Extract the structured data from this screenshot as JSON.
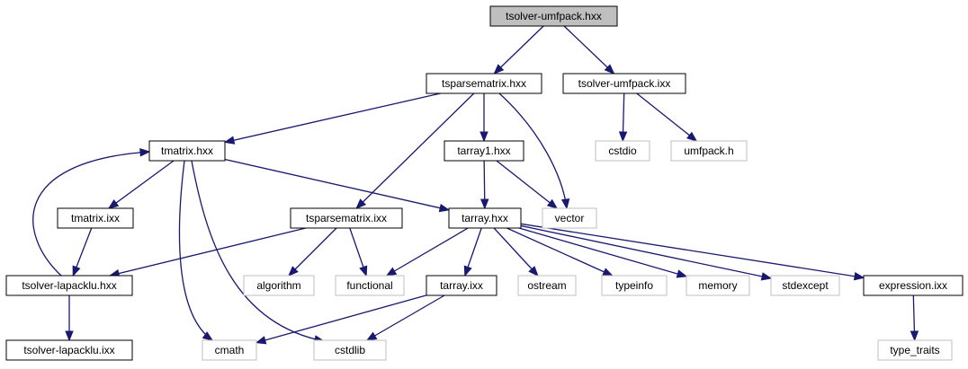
{
  "colors": {
    "edge": "#191970",
    "node_border": "#000000",
    "external_border": "#bfbfbf",
    "root_fill": "#bfbfbf",
    "node_fill": "#ffffff"
  },
  "nodes": [
    {
      "id": "root",
      "label": "tsolver-umfpack.hxx",
      "kind": "root"
    },
    {
      "id": "tsparsematrix_hxx",
      "label": "tsparsematrix.hxx",
      "kind": "file"
    },
    {
      "id": "tsolver_umfpack_ixx",
      "label": "tsolver-umfpack.ixx",
      "kind": "file"
    },
    {
      "id": "tmatrix_hxx",
      "label": "tmatrix.hxx",
      "kind": "file"
    },
    {
      "id": "tarray1_hxx",
      "label": "tarray1.hxx",
      "kind": "file"
    },
    {
      "id": "cstdio",
      "label": "cstdio",
      "kind": "external"
    },
    {
      "id": "umfpack_h",
      "label": "umfpack.h",
      "kind": "external"
    },
    {
      "id": "tmatrix_ixx",
      "label": "tmatrix.ixx",
      "kind": "file"
    },
    {
      "id": "tsparsematrix_ixx",
      "label": "tsparsematrix.ixx",
      "kind": "file"
    },
    {
      "id": "tarray_hxx",
      "label": "tarray.hxx",
      "kind": "file"
    },
    {
      "id": "vector",
      "label": "vector",
      "kind": "external"
    },
    {
      "id": "tsolver_lapacklu_hxx",
      "label": "tsolver-lapacklu.hxx",
      "kind": "file"
    },
    {
      "id": "algorithm",
      "label": "algorithm",
      "kind": "external"
    },
    {
      "id": "functional",
      "label": "functional",
      "kind": "external"
    },
    {
      "id": "tarray_ixx",
      "label": "tarray.ixx",
      "kind": "file"
    },
    {
      "id": "ostream",
      "label": "ostream",
      "kind": "external"
    },
    {
      "id": "typeinfo",
      "label": "typeinfo",
      "kind": "external"
    },
    {
      "id": "memory",
      "label": "memory",
      "kind": "external"
    },
    {
      "id": "stdexcept",
      "label": "stdexcept",
      "kind": "external"
    },
    {
      "id": "expression_ixx",
      "label": "expression.ixx",
      "kind": "file"
    },
    {
      "id": "tsolver_lapacklu_ixx",
      "label": "tsolver-lapacklu.ixx",
      "kind": "file"
    },
    {
      "id": "cmath",
      "label": "cmath",
      "kind": "external"
    },
    {
      "id": "cstdlib",
      "label": "cstdlib",
      "kind": "external"
    },
    {
      "id": "type_traits",
      "label": "type_traits",
      "kind": "external"
    }
  ],
  "edges": [
    {
      "from": "root",
      "to": "tsparsematrix_hxx"
    },
    {
      "from": "root",
      "to": "tsolver_umfpack_ixx"
    },
    {
      "from": "tsparsematrix_hxx",
      "to": "tmatrix_hxx"
    },
    {
      "from": "tsparsematrix_hxx",
      "to": "tarray1_hxx"
    },
    {
      "from": "tsparsematrix_hxx",
      "to": "tsparsematrix_ixx"
    },
    {
      "from": "tsparsematrix_hxx",
      "to": "vector"
    },
    {
      "from": "tsolver_umfpack_ixx",
      "to": "cstdio"
    },
    {
      "from": "tsolver_umfpack_ixx",
      "to": "umfpack_h"
    },
    {
      "from": "tmatrix_hxx",
      "to": "tmatrix_ixx"
    },
    {
      "from": "tmatrix_hxx",
      "to": "tarray_hxx"
    },
    {
      "from": "tmatrix_hxx",
      "to": "cmath"
    },
    {
      "from": "tmatrix_hxx",
      "to": "cstdlib"
    },
    {
      "from": "tarray1_hxx",
      "to": "tarray_hxx"
    },
    {
      "from": "tarray1_hxx",
      "to": "vector"
    },
    {
      "from": "tmatrix_ixx",
      "to": "tsolver_lapacklu_hxx"
    },
    {
      "from": "tsolver_lapacklu_hxx",
      "to": "tmatrix_hxx"
    },
    {
      "from": "tsolver_lapacklu_hxx",
      "to": "tsolver_lapacklu_ixx"
    },
    {
      "from": "tsparsematrix_ixx",
      "to": "tsolver_lapacklu_hxx"
    },
    {
      "from": "tsparsematrix_ixx",
      "to": "algorithm"
    },
    {
      "from": "tsparsematrix_ixx",
      "to": "functional"
    },
    {
      "from": "tarray_hxx",
      "to": "functional"
    },
    {
      "from": "tarray_hxx",
      "to": "tarray_ixx"
    },
    {
      "from": "tarray_hxx",
      "to": "ostream"
    },
    {
      "from": "tarray_hxx",
      "to": "typeinfo"
    },
    {
      "from": "tarray_hxx",
      "to": "memory"
    },
    {
      "from": "tarray_hxx",
      "to": "stdexcept"
    },
    {
      "from": "tarray_hxx",
      "to": "expression_ixx"
    },
    {
      "from": "tarray_ixx",
      "to": "cmath"
    },
    {
      "from": "tarray_ixx",
      "to": "cstdlib"
    },
    {
      "from": "expression_ixx",
      "to": "type_traits"
    }
  ]
}
